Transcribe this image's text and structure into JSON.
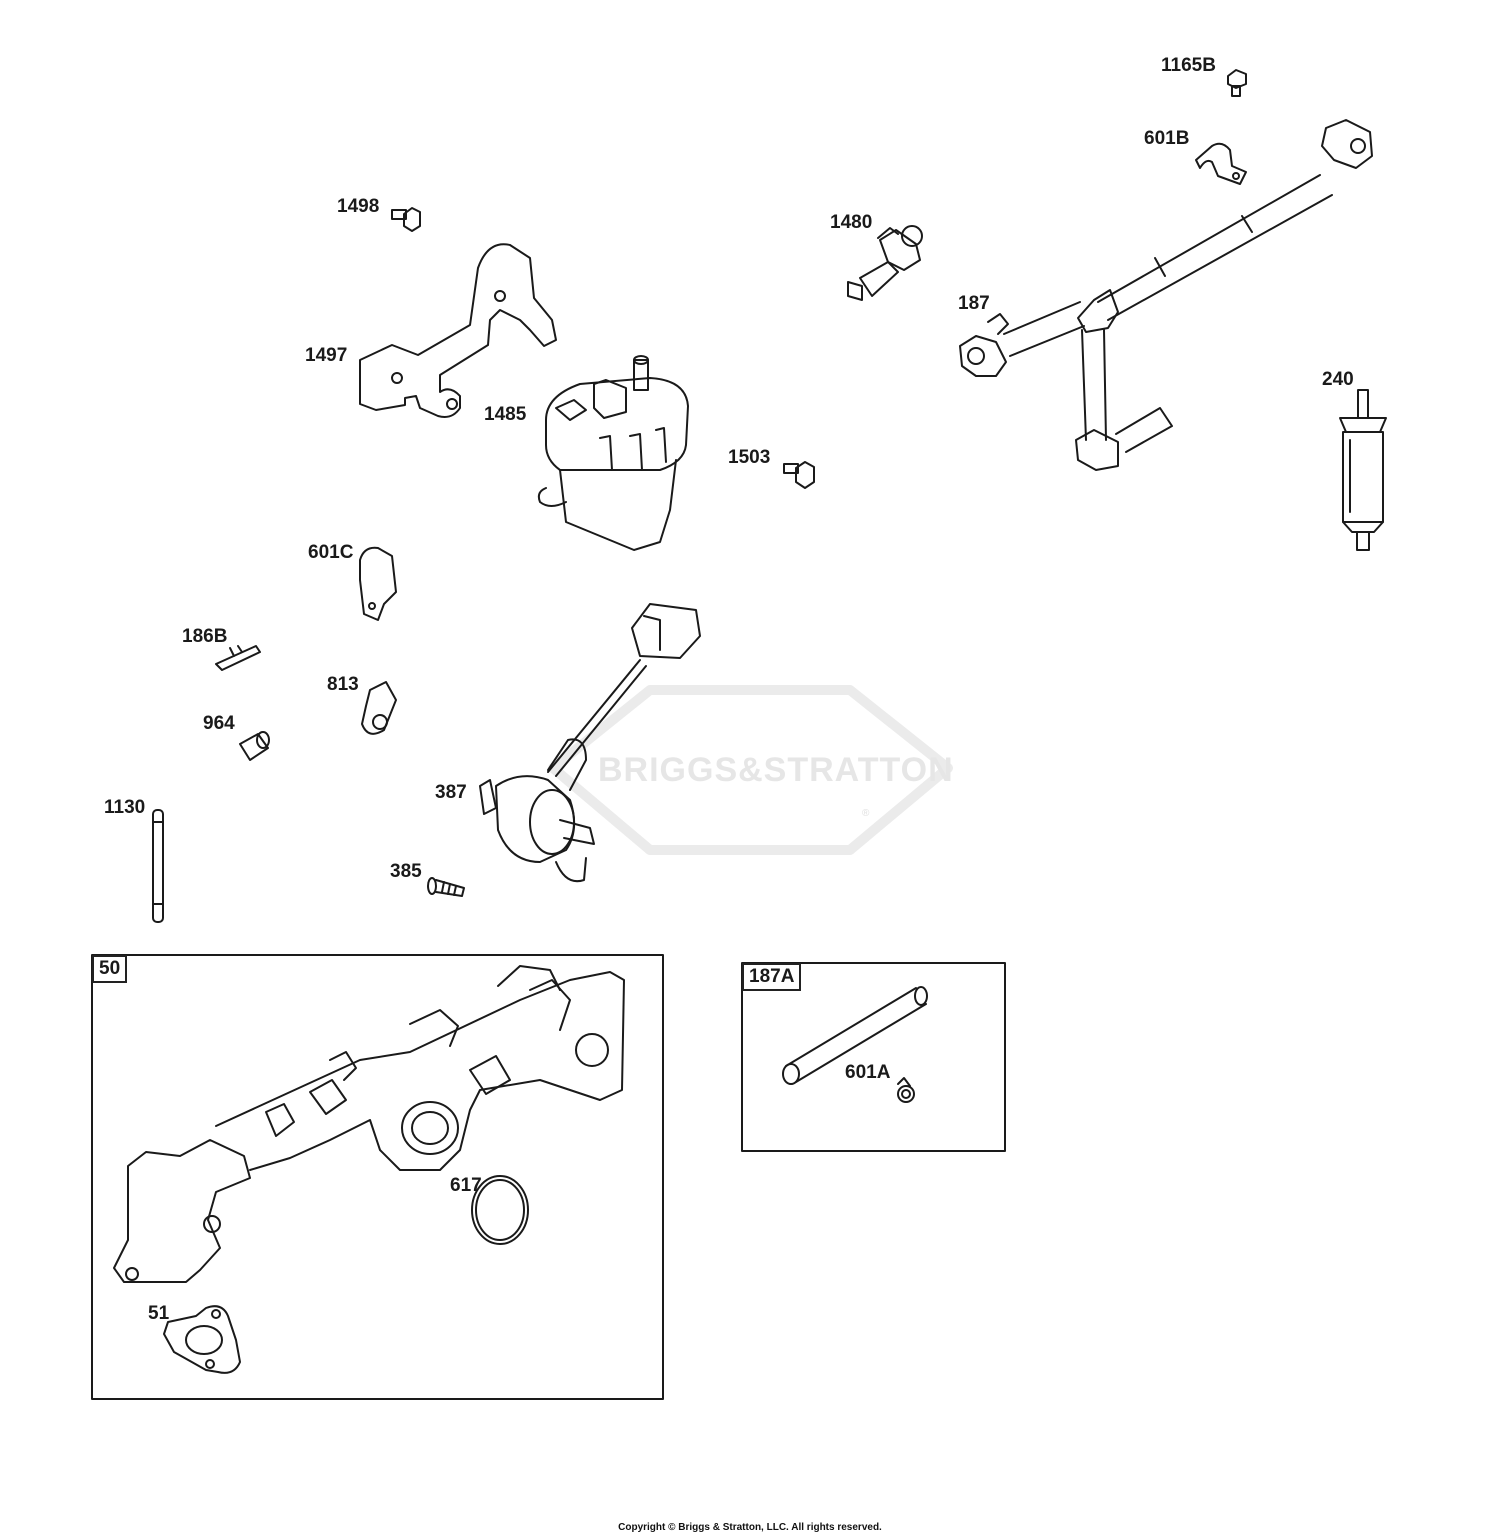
{
  "parts": [
    {
      "id": "p1165b",
      "label": "1165B"
    },
    {
      "id": "p601b",
      "label": "601B"
    },
    {
      "id": "p1498",
      "label": "1498"
    },
    {
      "id": "p1480",
      "label": "1480"
    },
    {
      "id": "p187",
      "label": "187"
    },
    {
      "id": "p1497",
      "label": "1497"
    },
    {
      "id": "p240",
      "label": "240"
    },
    {
      "id": "p1485",
      "label": "1485"
    },
    {
      "id": "p1503",
      "label": "1503"
    },
    {
      "id": "p601c",
      "label": "601C"
    },
    {
      "id": "p186b",
      "label": "186B"
    },
    {
      "id": "p813",
      "label": "813"
    },
    {
      "id": "p964",
      "label": "964"
    },
    {
      "id": "p387",
      "label": "387"
    },
    {
      "id": "p1130",
      "label": "1130"
    },
    {
      "id": "p385",
      "label": "385"
    },
    {
      "id": "p617",
      "label": "617"
    },
    {
      "id": "p51",
      "label": "51"
    },
    {
      "id": "p601a",
      "label": "601A"
    }
  ],
  "boxes": [
    {
      "id": "box50",
      "label": "50"
    },
    {
      "id": "box187a",
      "label": "187A"
    }
  ],
  "watermark": {
    "brand": "BRIGGS&STRATTON",
    "mark": "®"
  },
  "copyright": "Copyright © Briggs & Stratton, LLC. All rights reserved."
}
